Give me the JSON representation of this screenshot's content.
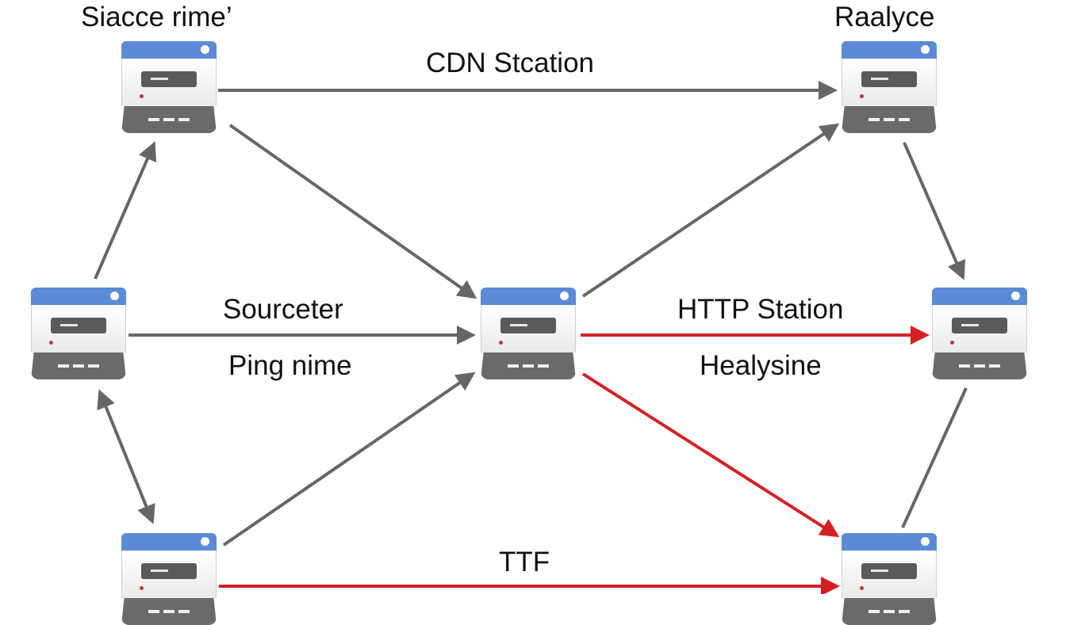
{
  "colors": {
    "node_accent": "#5b8ad6",
    "node_led": "#c0392b",
    "link_default": "#666666",
    "link_highlight": "#d51f26",
    "label_text": "#111111"
  },
  "labels": {
    "top_left_node": "Siacce rime’",
    "top_right_node": "Raalyce",
    "cdn_link": "CDN Stcation",
    "sourceter_link": "Sourceter",
    "ping_link": "Ping nime",
    "http_link": "HTTP Station",
    "healysine_link": "Healysine",
    "ttf_link": "TTF"
  },
  "nodes": [
    {
      "id": "top-left",
      "icon": "server-icon"
    },
    {
      "id": "top-right",
      "icon": "server-icon"
    },
    {
      "id": "mid-left",
      "icon": "server-icon"
    },
    {
      "id": "center",
      "icon": "server-icon"
    },
    {
      "id": "mid-right",
      "icon": "server-icon"
    },
    {
      "id": "bottom-left",
      "icon": "server-icon"
    },
    {
      "id": "bottom-right",
      "icon": "server-icon"
    }
  ],
  "links": [
    {
      "from": "top-left",
      "to": "top-right",
      "style": "default"
    },
    {
      "from": "top-left",
      "to": "center",
      "style": "default"
    },
    {
      "from": "mid-left",
      "to": "top-left",
      "style": "default"
    },
    {
      "from": "mid-left",
      "to": "center",
      "style": "default"
    },
    {
      "from": "mid-left",
      "to": "bottom-left",
      "style": "default",
      "bidirectional": true
    },
    {
      "from": "bottom-left",
      "to": "center",
      "style": "default"
    },
    {
      "from": "center",
      "to": "top-right",
      "style": "default"
    },
    {
      "from": "top-right",
      "to": "mid-right",
      "style": "default"
    },
    {
      "from": "center",
      "to": "mid-right",
      "style": "highlight"
    },
    {
      "from": "center",
      "to": "bottom-right",
      "style": "highlight"
    },
    {
      "from": "bottom-left",
      "to": "bottom-right",
      "style": "highlight"
    },
    {
      "from": "mid-right",
      "to": "bottom-right",
      "style": "default",
      "arrowless": true
    }
  ]
}
